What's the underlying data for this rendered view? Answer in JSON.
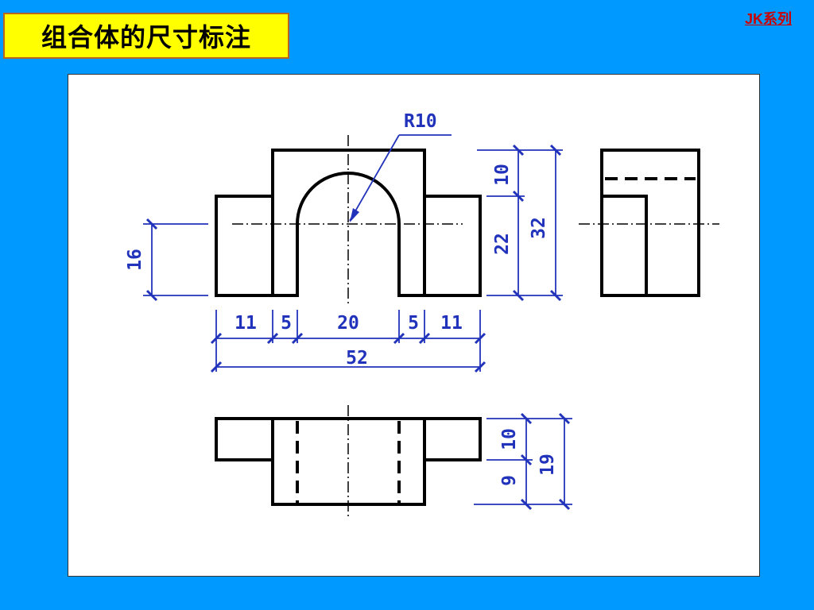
{
  "title": "组合体的尺寸标注",
  "series_tag": "JK系列",
  "colors": {
    "background": "#0099FF",
    "title_bg": "#FFFF00",
    "dimension": "#2233BB",
    "outline": "#000000",
    "tag": "#CC0000"
  },
  "dimensions": {
    "radius": "R10",
    "front_height_left": "16",
    "top_part": "10",
    "lower_part": "22",
    "total_height": "32",
    "width_11_left": "11",
    "width_5_left": "5",
    "width_20": "20",
    "width_5_right": "5",
    "width_11_right": "11",
    "total_width": "52",
    "plan_10": "10",
    "plan_9": "9",
    "plan_19": "19"
  }
}
